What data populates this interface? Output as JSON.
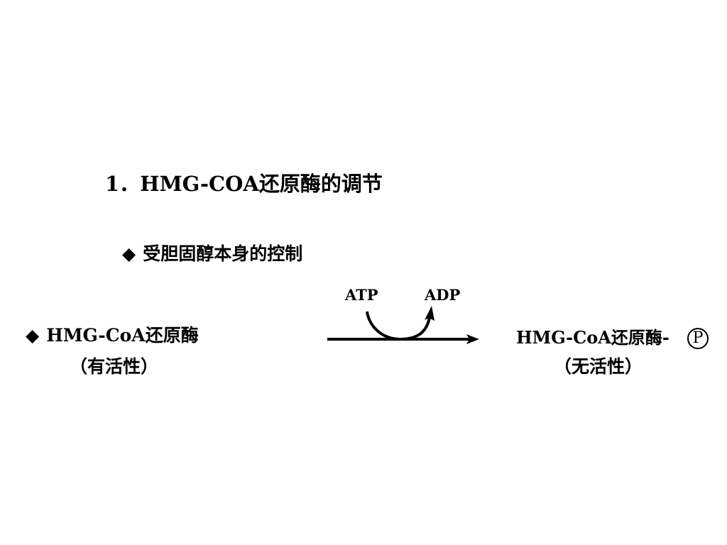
{
  "title": "1．HMG-COA还原酶的调节",
  "subtitle": {
    "bullet": "◆",
    "text": "受胆固醇本身的控制"
  },
  "reaction": {
    "left_bullet": "◆",
    "substrate_name": "HMG-CoA还原酶",
    "substrate_state": "（有活性）",
    "cofactor_in": "ATP",
    "cofactor_out": "ADP",
    "product_name": "HMG-CoA还原酶-",
    "product_state": "（无活性）",
    "phosphate_label": "P"
  }
}
